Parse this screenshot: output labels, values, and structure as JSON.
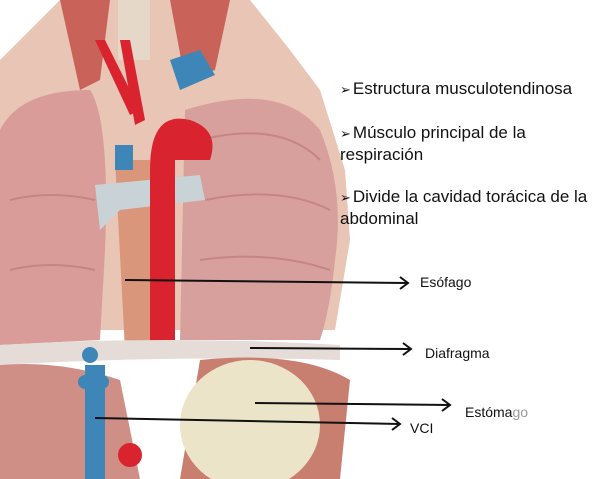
{
  "bullets": [
    {
      "marker": "➢",
      "text": "Estructura musculotendinosa"
    },
    {
      "marker": "➢",
      "text": "Músculo principal de la respiración"
    },
    {
      "marker": "➢",
      "text": "Divide la cavidad torácica de la abdominal"
    }
  ],
  "labels": {
    "esofago": "Esófago",
    "diafragma": "Diafragma",
    "estomago_dark": "Estóma",
    "estomago_light": "go",
    "vci": "VCI"
  },
  "colors": {
    "aorta": "#d9232e",
    "vein": "#3f86b8",
    "tissue": "#d9a49c",
    "stomach": "#ece4c8"
  }
}
